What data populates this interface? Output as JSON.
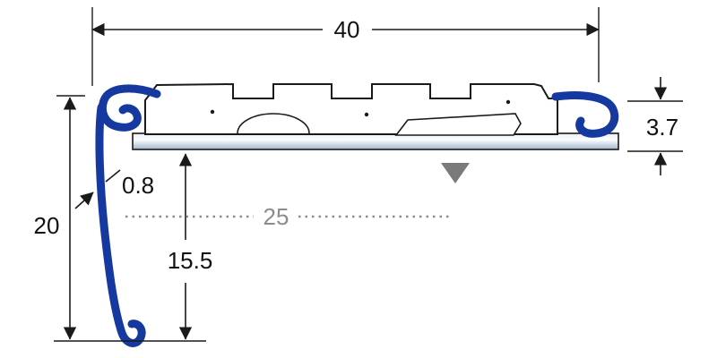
{
  "diagram": {
    "type": "technical-drawing",
    "subject": "stair-nosing-aluminium-profile-cross-section",
    "labels": {
      "overall_width": "40",
      "edge_height": "3.7",
      "material_thickness": "0.8",
      "front_leg_drop": "20",
      "inner_depth": "15.5",
      "center_distance": "25"
    },
    "colors": {
      "profile_blue": "#16399f",
      "line_black": "#1a1a1a",
      "center_gray": "#8c8c8c",
      "marker_gray": "#7a7a7a"
    }
  }
}
